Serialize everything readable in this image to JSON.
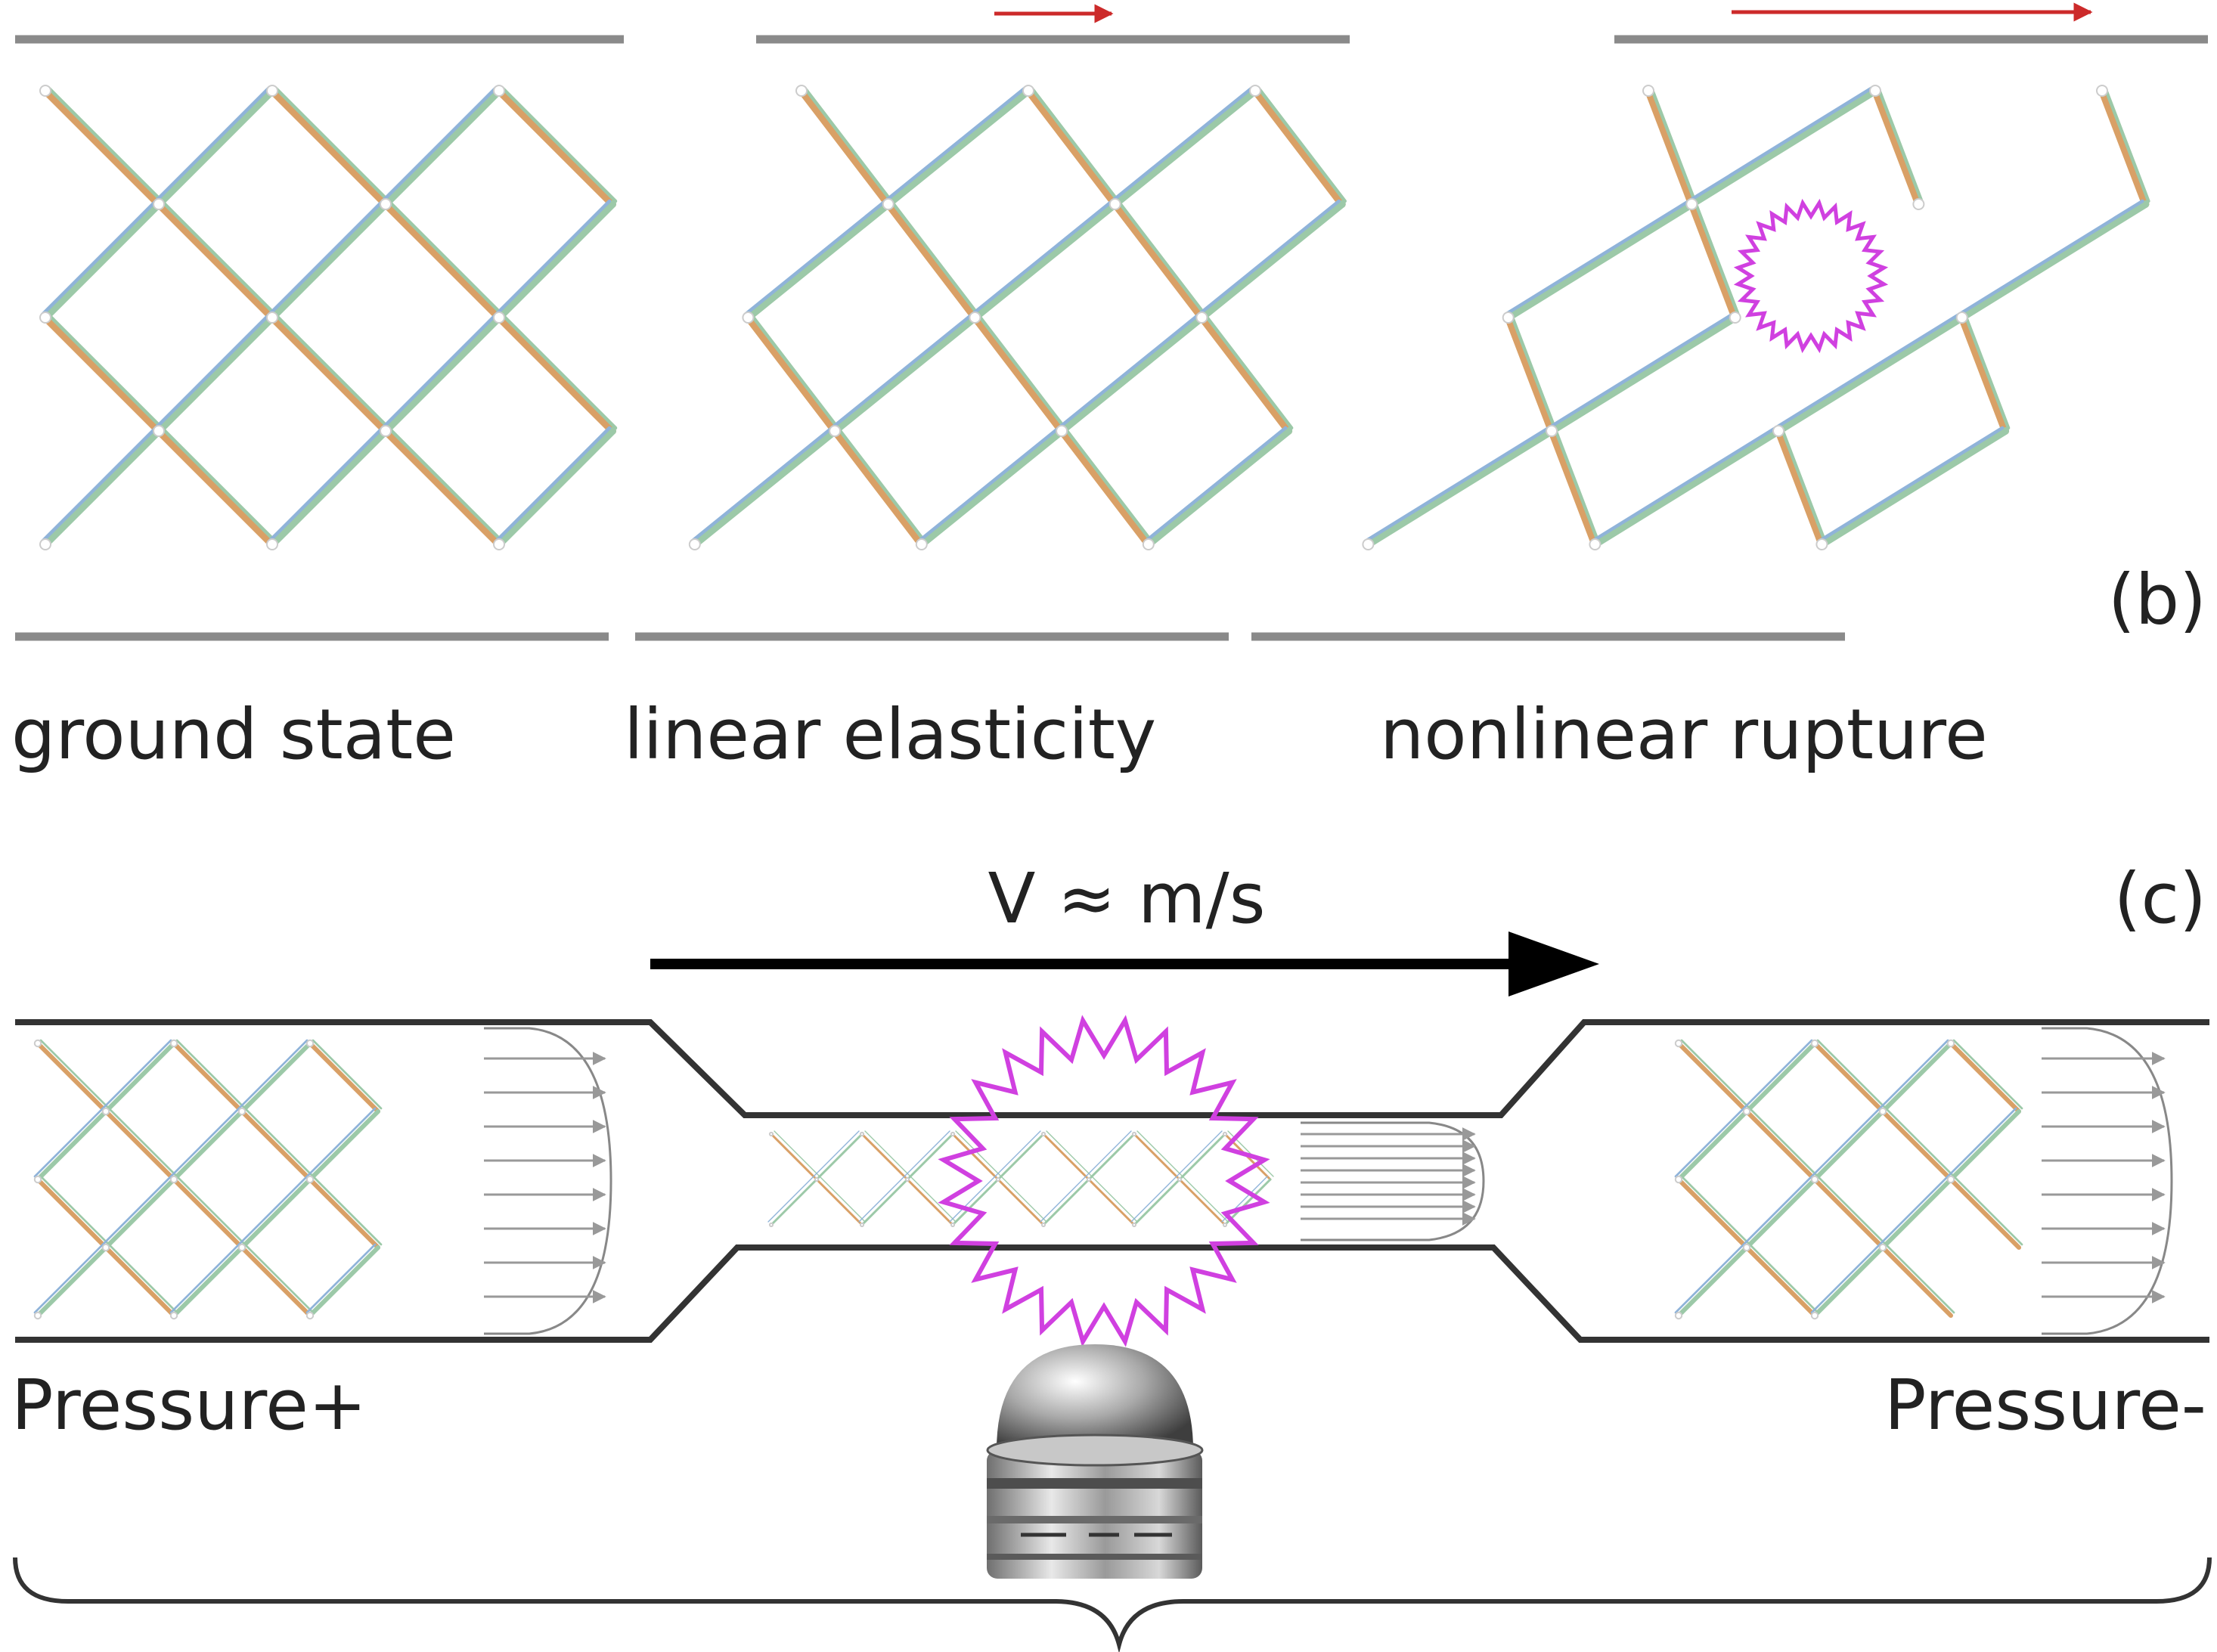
{
  "panel_b": {
    "tag": "(b)",
    "stages": [
      {
        "caption": "ground state"
      },
      {
        "caption": "linear elasticity"
      },
      {
        "caption": "nonlinear rupture"
      }
    ]
  },
  "panel_c": {
    "tag": "(c)",
    "velocity_label": "V ≈ m/s",
    "inlet_label": "Pressure+",
    "outlet_label": "Pressure-"
  },
  "colors": {
    "wall": "#8a8a8a",
    "channel": "#333333",
    "rod_orange": "#d9a066",
    "rod_green": "#9cc9a8",
    "rod_blue": "#8fb3d9",
    "shear_arrow": "#cc2a2a",
    "rupture_bubble": "#d040e0",
    "flow_arrow": "#000000"
  },
  "icons": {
    "objective": "microscope-objective-icon",
    "brace": "curly-brace"
  }
}
